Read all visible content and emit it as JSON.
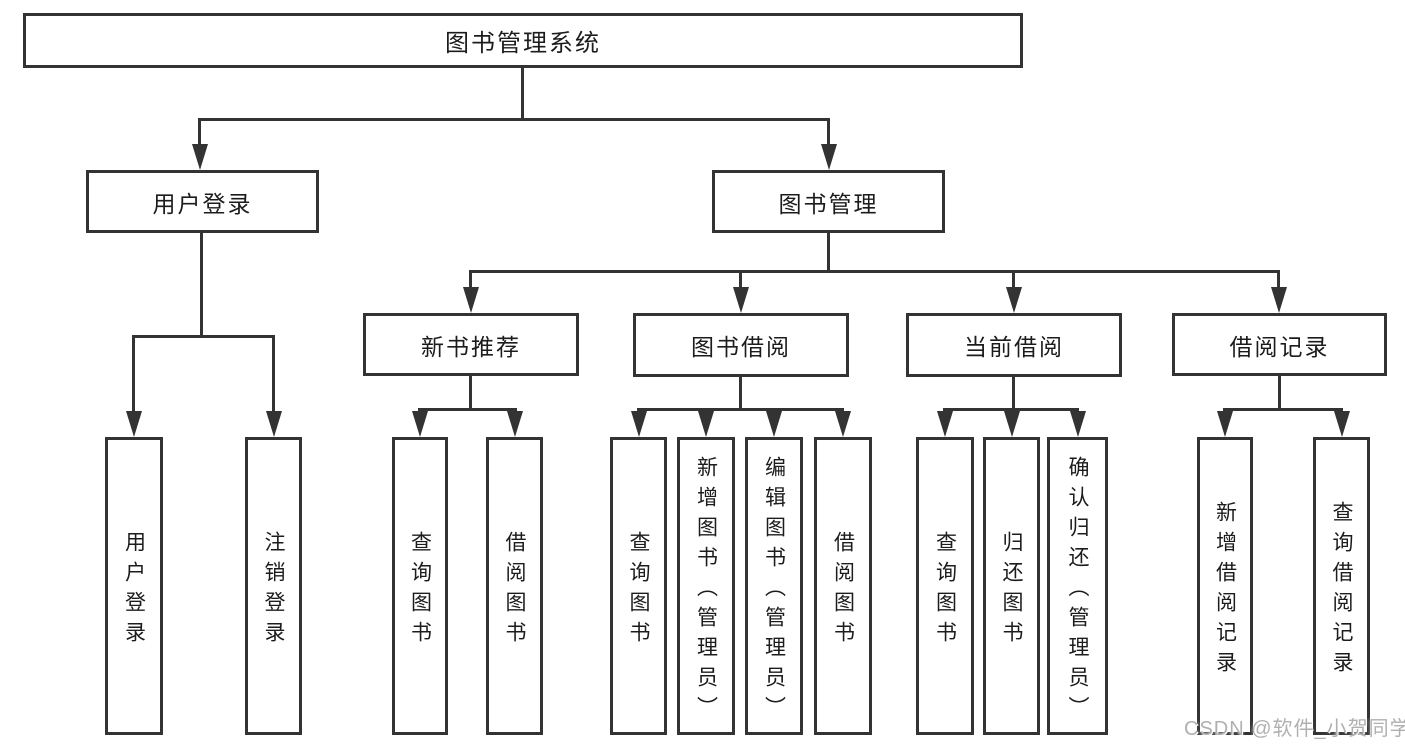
{
  "diagram": {
    "type": "hierarchy-tree",
    "root": {
      "label": "图书管理系统"
    },
    "level2": [
      {
        "label": "用户登录",
        "parent": "图书管理系统"
      },
      {
        "label": "图书管理",
        "parent": "图书管理系统"
      }
    ],
    "level3": [
      {
        "label": "新书推荐",
        "parent": "图书管理"
      },
      {
        "label": "图书借阅",
        "parent": "图书管理"
      },
      {
        "label": "当前借阅",
        "parent": "图书管理"
      },
      {
        "label": "借阅记录",
        "parent": "图书管理"
      }
    ],
    "leaves": [
      {
        "label": "用户登录",
        "parent": "用户登录"
      },
      {
        "label": "注销登录",
        "parent": "用户登录"
      },
      {
        "label": "查询图书",
        "parent": "新书推荐"
      },
      {
        "label": "借阅图书",
        "parent": "新书推荐"
      },
      {
        "label": "查询图书",
        "parent": "图书借阅"
      },
      {
        "label": "新增图书（管理员）",
        "parent": "图书借阅"
      },
      {
        "label": "编辑图书（管理员）",
        "parent": "图书借阅"
      },
      {
        "label": "借阅图书",
        "parent": "图书借阅"
      },
      {
        "label": "查询图书",
        "parent": "当前借阅"
      },
      {
        "label": "归还图书",
        "parent": "当前借阅"
      },
      {
        "label": "确认归还（管理员）",
        "parent": "当前借阅"
      },
      {
        "label": "新增借阅记录",
        "parent": "借阅记录"
      },
      {
        "label": "查询借阅记录",
        "parent": "借阅记录"
      }
    ],
    "watermark": "CSDN @软件_小贺同学",
    "colors": {
      "line": "#333333",
      "text": "#1c1c1c",
      "background": "#ffffff",
      "watermark": "#b0b0b0"
    }
  }
}
